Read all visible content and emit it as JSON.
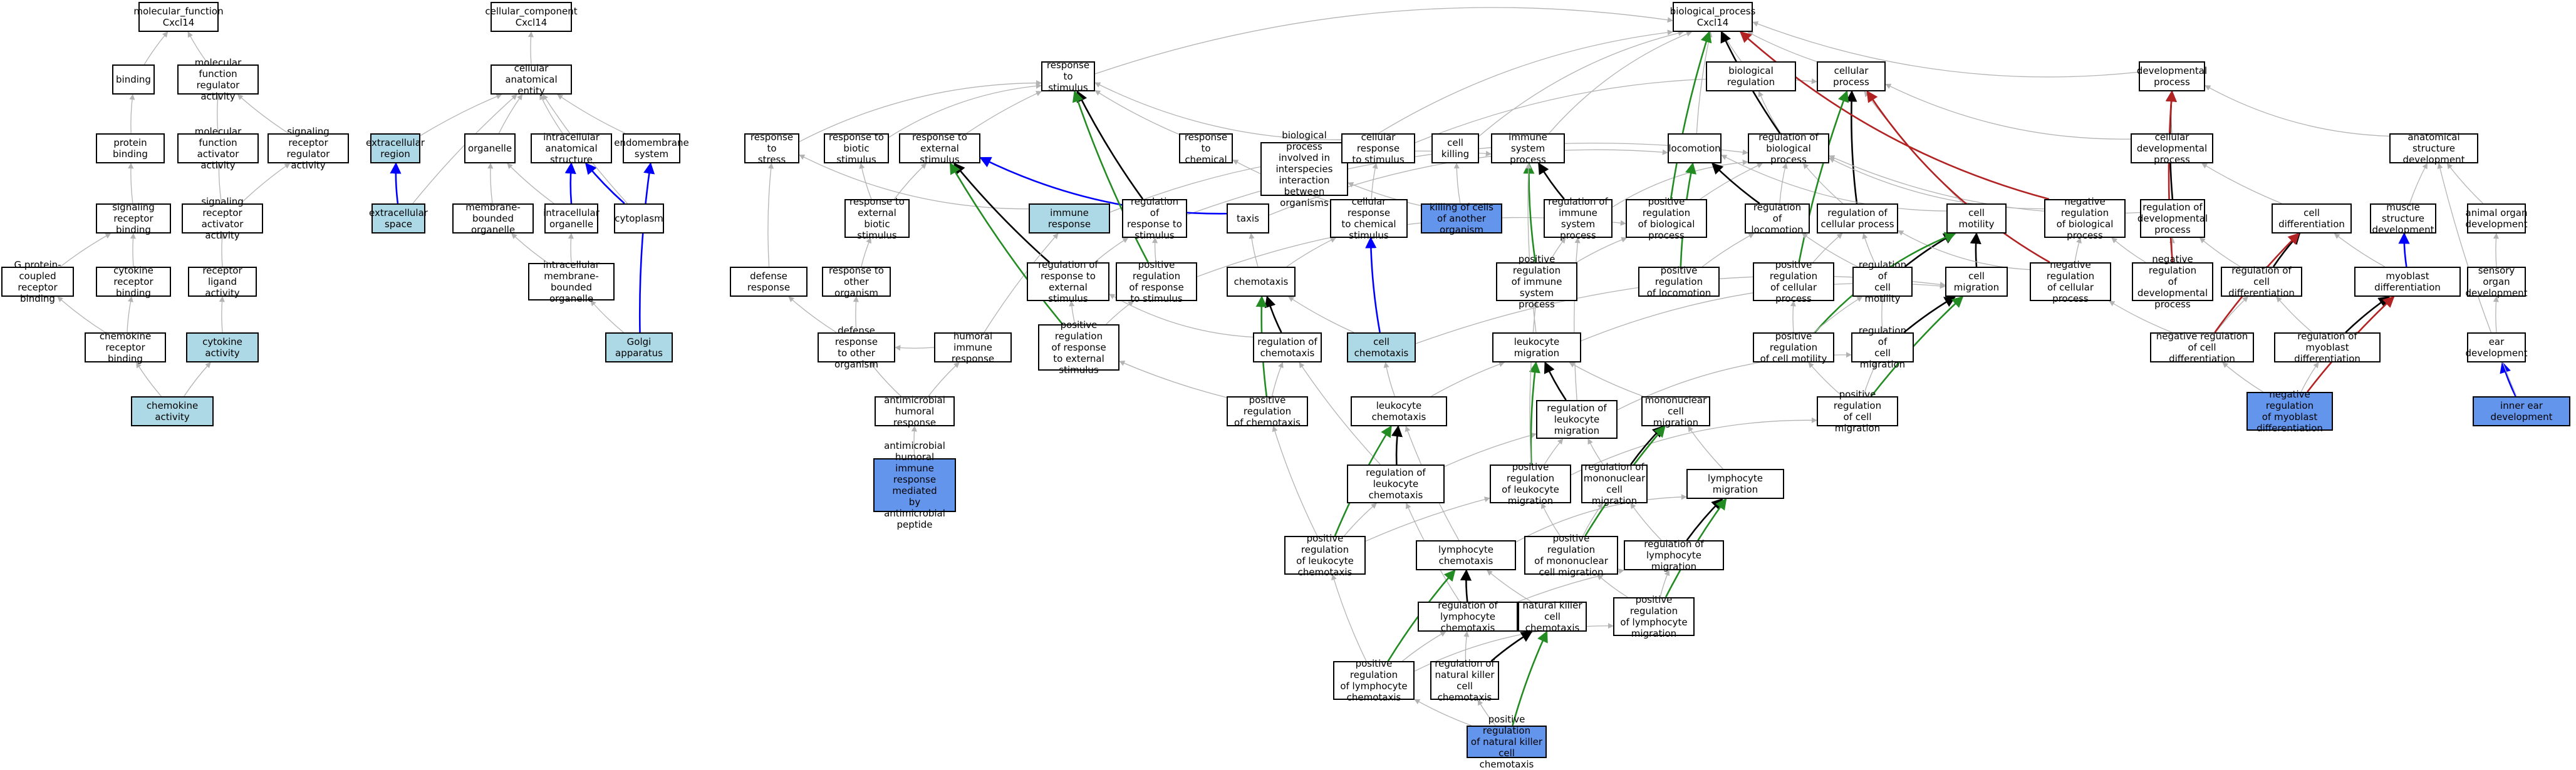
{
  "style": {
    "edge_gray": "#b3b3b3",
    "edge_black": "#000000",
    "edge_blue": "#0000ff",
    "edge_green": "#228b22",
    "edge_red": "#b22222",
    "node_border": "#000000",
    "node_fill": "#ffffff",
    "highlight_light": "#add8e6",
    "highlight_dark": "#6495ed"
  },
  "nodes": {
    "mf": {
      "label": "molecular_function\nCxcl14"
    },
    "binding": {
      "label": "binding"
    },
    "mfreg": {
      "label": "molecular function\nregulator activity"
    },
    "pbind": {
      "label": "protein binding"
    },
    "mfact": {
      "label": "molecular function\nactivator activity"
    },
    "srra": {
      "label": "signaling receptor\nregulator activity"
    },
    "srb": {
      "label": "signaling receptor\nbinding"
    },
    "sraa": {
      "label": "signaling receptor\nactivator activity"
    },
    "gpcr": {
      "label": "G protein-coupled\nreceptor binding"
    },
    "cyrb": {
      "label": "cytokine receptor\nbinding"
    },
    "rla": {
      "label": "receptor ligand\nactivity"
    },
    "chrb": {
      "label": "chemokine receptor\nbinding"
    },
    "cytact": {
      "label": "cytokine activity",
      "highlight": "light"
    },
    "chemact": {
      "label": "chemokine activity",
      "highlight": "light"
    },
    "cc": {
      "label": "cellular_component\nCxcl14"
    },
    "cae": {
      "label": "cellular anatomical\nentity"
    },
    "exreg": {
      "label": "extracellular\nregion",
      "highlight": "light"
    },
    "organelle": {
      "label": "organelle"
    },
    "ias": {
      "label": "intracellular\nanatomical structure"
    },
    "endo": {
      "label": "endomembrane\nsystem"
    },
    "exsp": {
      "label": "extracellular\nspace",
      "highlight": "light"
    },
    "mbo": {
      "label": "membrane-bounded\norganelle"
    },
    "iorg": {
      "label": "intracellular\norganelle"
    },
    "cyto": {
      "label": "cytoplasm"
    },
    "imbo": {
      "label": "intracellular\nmembrane-bounded\norganelle"
    },
    "golgi": {
      "label": "Golgi apparatus",
      "highlight": "light"
    },
    "bp": {
      "label": "biological_process\nCxcl14"
    },
    "rts": {
      "label": "response to\nstimulus"
    },
    "biolreg": {
      "label": "biological regulation"
    },
    "cellproc": {
      "label": "cellular process"
    },
    "devproc": {
      "label": "developmental\nprocess"
    },
    "rstress": {
      "label": "response to\nstress"
    },
    "rbio": {
      "label": "response to\nbiotic stimulus"
    },
    "rext": {
      "label": "response to\nexternal stimulus"
    },
    "rchem": {
      "label": "response to\nchemical"
    },
    "bpio": {
      "label": "biological process\ninvolved in\ninterspecies\ninteraction\nbetween organisms"
    },
    "crs": {
      "label": "cellular response\nto stimulus"
    },
    "ckill": {
      "label": "cell killing"
    },
    "isp": {
      "label": "immune system\nprocess"
    },
    "loco": {
      "label": "locomotion"
    },
    "rbp": {
      "label": "regulation of\nbiological process"
    },
    "cdp": {
      "label": "cellular developmental\nprocess"
    },
    "asd": {
      "label": "anatomical structure\ndevelopment"
    },
    "rebs": {
      "label": "response to\nexternal biotic\nstimulus"
    },
    "immresp": {
      "label": "immune response",
      "highlight": "light"
    },
    "rrs": {
      "label": "regulation of\nresponse to\nstimulus"
    },
    "taxis": {
      "label": "taxis"
    },
    "crcs": {
      "label": "cellular response\nto chemical\nstimulus"
    },
    "kcao": {
      "label": "killing of cells\nof another organism",
      "highlight": "dark"
    },
    "risp": {
      "label": "regulation of\nimmune system\nprocess"
    },
    "prbp": {
      "label": "positive regulation\nof biological\nprocess"
    },
    "rloco": {
      "label": "regulation of\nlocomotion"
    },
    "rcp": {
      "label": "regulation of\ncellular process"
    },
    "cmot": {
      "label": "cell motility"
    },
    "nrbp": {
      "label": "negative regulation\nof biological\nprocess"
    },
    "rdp": {
      "label": "regulation of\ndevelopmental\nprocess"
    },
    "cdiff": {
      "label": "cell differentiation"
    },
    "msd": {
      "label": "muscle structure\ndevelopment"
    },
    "aod": {
      "label": "animal organ\ndevelopment"
    },
    "dresp": {
      "label": "defense response"
    },
    "roo": {
      "label": "response to\nother organism"
    },
    "rres": {
      "label": "regulation of\nresponse to\nexternal stimulus"
    },
    "prrs": {
      "label": "positive regulation\nof response\nto stimulus"
    },
    "chemotaxis": {
      "label": "chemotaxis"
    },
    "prisp": {
      "label": "positive regulation\nof immune system\nprocess"
    },
    "prloco": {
      "label": "positive regulation\nof locomotion"
    },
    "prcp": {
      "label": "positive regulation\nof cellular\nprocess"
    },
    "rcmot": {
      "label": "regulation of\ncell motility"
    },
    "cmig": {
      "label": "cell migration"
    },
    "nrcp": {
      "label": "negative regulation\nof cellular\nprocess"
    },
    "nrdp": {
      "label": "negative regulation\nof developmental\nprocess"
    },
    "rcd": {
      "label": "regulation of\ncell differentiation"
    },
    "mdiff": {
      "label": "myoblast differentiation"
    },
    "sod": {
      "label": "sensory organ\ndevelopment"
    },
    "drtoo": {
      "label": "defense response\nto other organism"
    },
    "hir": {
      "label": "humoral immune\nresponse"
    },
    "prres": {
      "label": "positive regulation\nof response\nto external\nstimulus"
    },
    "rchemo": {
      "label": "regulation of\nchemotaxis"
    },
    "cchemo": {
      "label": "cell chemotaxis",
      "highlight": "light"
    },
    "lmig": {
      "label": "leukocyte migration"
    },
    "prcmot": {
      "label": "positive regulation\nof cell motility"
    },
    "rcmig": {
      "label": "regulation of\ncell migration"
    },
    "nrcd": {
      "label": "negative regulation\nof cell differentiation"
    },
    "rmd": {
      "label": "regulation of\nmyoblast differentiation"
    },
    "ead": {
      "label": "ear development"
    },
    "amhr": {
      "label": "antimicrobial\nhumoral response"
    },
    "prchemo": {
      "label": "positive regulation\nof chemotaxis"
    },
    "lchemo": {
      "label": "leukocyte chemotaxis"
    },
    "rlmig": {
      "label": "regulation of\nleukocyte migration"
    },
    "mcm": {
      "label": "mononuclear\ncell migration"
    },
    "prcmig": {
      "label": "positive regulation\nof cell migration"
    },
    "nrmd": {
      "label": "negative regulation\nof myoblast\ndifferentiation",
      "highlight": "dark"
    },
    "ied": {
      "label": "inner ear development",
      "highlight": "dark"
    },
    "amhir": {
      "label": "antimicrobial\nhumoral immune\nresponse mediated\nby antimicrobial\npeptide",
      "highlight": "dark"
    },
    "rlchemo": {
      "label": "regulation of\nleukocyte chemotaxis"
    },
    "prlmig": {
      "label": "positive regulation\nof leukocyte\nmigration"
    },
    "rmcm": {
      "label": "regulation of\nmononuclear\ncell migration"
    },
    "lymig": {
      "label": "lymphocyte migration"
    },
    "prlchemo": {
      "label": "positive regulation\nof leukocyte\nchemotaxis"
    },
    "lychemo": {
      "label": "lymphocyte chemotaxis"
    },
    "prmcm": {
      "label": "positive regulation\nof mononuclear\ncell migration"
    },
    "rlymig": {
      "label": "regulation of\nlymphocyte migration"
    },
    "rlychemo": {
      "label": "regulation of\nlymphocyte chemotaxis"
    },
    "nkchemo": {
      "label": "natural killer\ncell chemotaxis"
    },
    "prlymig": {
      "label": "positive regulation\nof lymphocyte\nmigration"
    },
    "prlychemo": {
      "label": "positive regulation\nof lymphocyte\nchemotaxis"
    },
    "rnkchemo": {
      "label": "regulation of\nnatural killer\ncell chemotaxis"
    },
    "prnkchemo": {
      "label": "positive regulation\nof natural killer\ncell chemotaxis",
      "highlight": "dark"
    }
  }
}
